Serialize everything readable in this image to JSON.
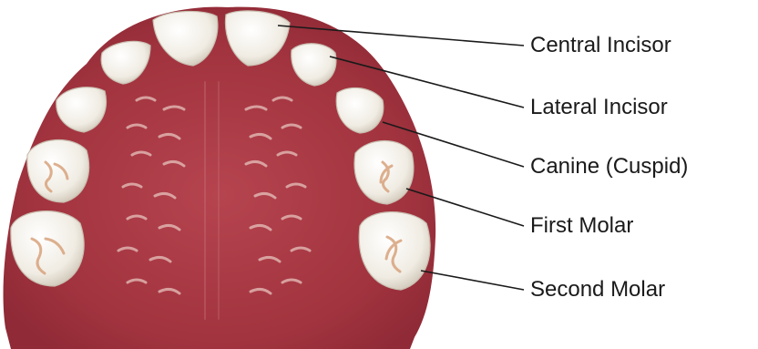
{
  "labels": {
    "central_incisor": "Central Incisor",
    "lateral_incisor": "Lateral Incisor",
    "canine": "Canine (Cuspid)",
    "first_molar": "First Molar",
    "second_molar": "Second Molar"
  },
  "colors": {
    "gum": "#b8434f",
    "gum_dark": "#8f2a36",
    "palate": "#a93a45",
    "palate_ridge": "#e8c4bd",
    "tooth": "#f4f1ea",
    "tooth_shade": "#d9d2c5",
    "molar_fissure": "#d8a37d",
    "leader_line": "#1a1a1a"
  }
}
